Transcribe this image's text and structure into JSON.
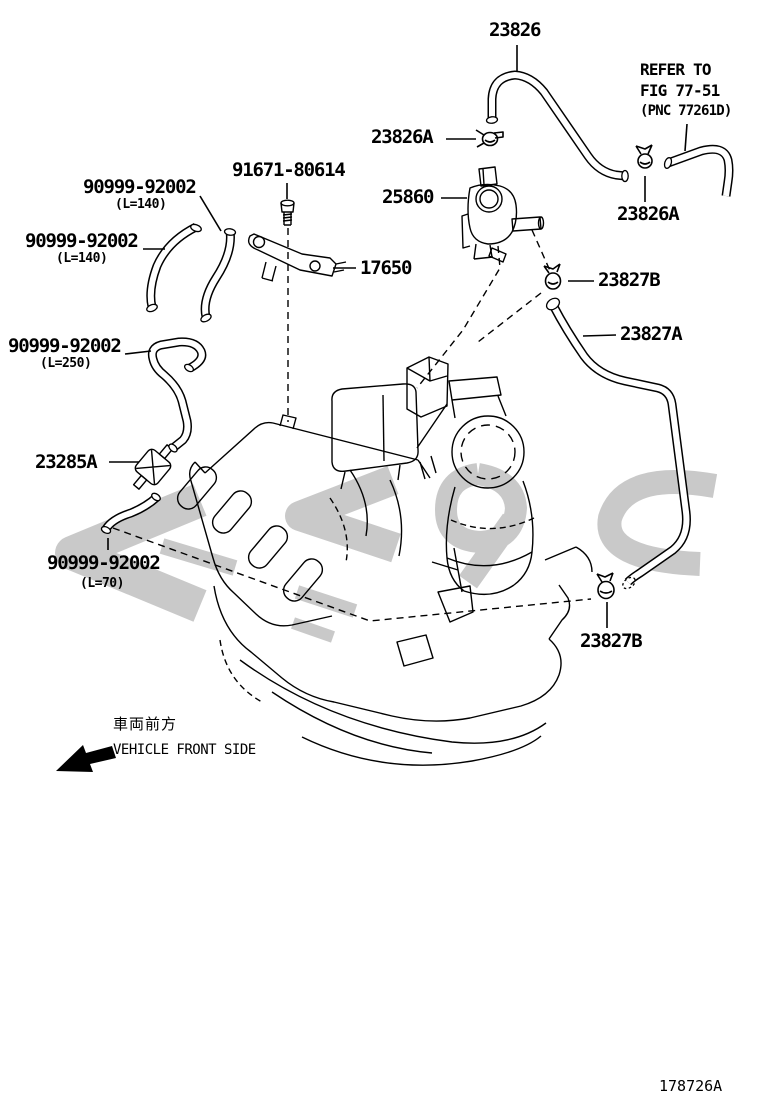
{
  "diagram": {
    "figure_code": "178726A",
    "note": {
      "line1": "REFER TO",
      "line2": "FIG 77-51",
      "line3": "(PNC 77261D)"
    },
    "orientation": {
      "jp": "車両前方",
      "en": "VEHICLE FRONT SIDE"
    },
    "labels": {
      "hose_23826": "23826",
      "clamp_23826a_top": "23826A",
      "clamp_23826a_right": "23826A",
      "vsv_25860": "25860",
      "bolt_91671_80614": "91671-80614",
      "pipe_17650": "17650",
      "hose_90999_top": "90999-92002",
      "hose_90999_top_len": "(L=140)",
      "hose_90999_left": "90999-92002",
      "hose_90999_left_len": "(L=140)",
      "hose_90999_mid": "90999-92002",
      "hose_90999_mid_len": "(L=250)",
      "hose_90999_bottom": "90999-92002",
      "hose_90999_bottom_len": "(L=70)",
      "valve_23285a": "23285A",
      "hose_23827a": "23827A",
      "clamp_23827b_upper": "23827B",
      "clamp_23827b_lower": "23827B"
    },
    "colors": {
      "line": "#000000",
      "background": "#ffffff",
      "watermark": "#c9c9c9"
    }
  }
}
